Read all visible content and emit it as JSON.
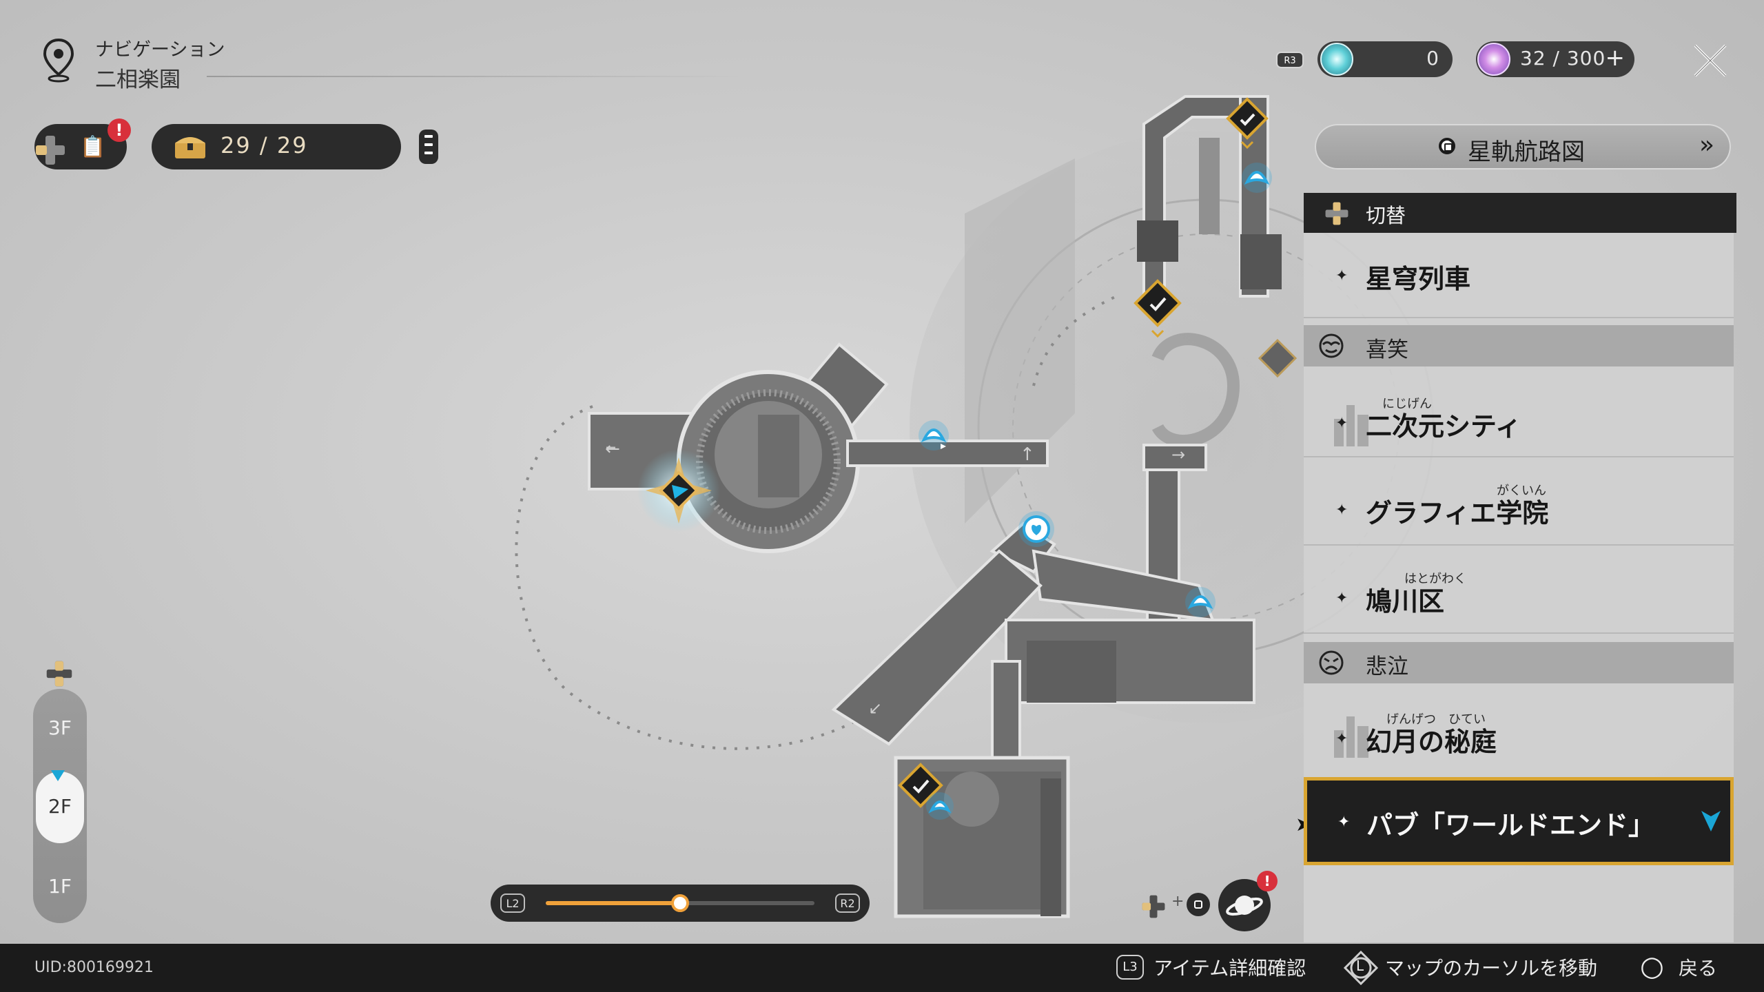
{
  "nav": {
    "label": "ナビゲーション",
    "area": "二相楽園"
  },
  "mission": {
    "alert": "!"
  },
  "chest": {
    "count": "29 / 29"
  },
  "currency": {
    "r3": "R3",
    "stellar_jade": "0",
    "trailblaze_power": "32 / 300",
    "plus": "+"
  },
  "route": {
    "label": "星軌航路図",
    "arrow": "»"
  },
  "panel": {
    "header": "切替",
    "groups": [
      {
        "type": "item",
        "name": "星穹列車"
      },
      {
        "type": "category",
        "name": "喜笑",
        "icon": "smile-mask-icon"
      },
      {
        "type": "item",
        "name": "二次元シティ",
        "ruby": "にじげん"
      },
      {
        "type": "item",
        "name": "グラフィエ学院",
        "ruby": "がくいん"
      },
      {
        "type": "item",
        "name": "鳩川区",
        "ruby": "はとがわく"
      },
      {
        "type": "category",
        "name": "悲泣",
        "icon": "sad-mask-icon"
      },
      {
        "type": "item",
        "name": "幻月の秘庭",
        "ruby": "げんげつ　ひてい"
      },
      {
        "type": "selected",
        "name": "パブ「ワールドエンド」"
      }
    ]
  },
  "floors": {
    "list": [
      "3F",
      "2F",
      "1F"
    ],
    "selected": "2F"
  },
  "zoom": {
    "left": "L2",
    "right": "R2",
    "level": 0.5
  },
  "planet": {
    "alert": "!"
  },
  "footer": {
    "uid": "UID:800169921",
    "hints": [
      {
        "key": "L3",
        "label": "アイテム詳細確認"
      },
      {
        "key": "L",
        "label": "マップのカーソルを移動"
      },
      {
        "key": "○",
        "label": "戻る"
      }
    ]
  },
  "colors": {
    "accent_gold": "#d9a531",
    "accent_blue": "#1aa6d6",
    "zoom_orange": "#f0a13a"
  }
}
